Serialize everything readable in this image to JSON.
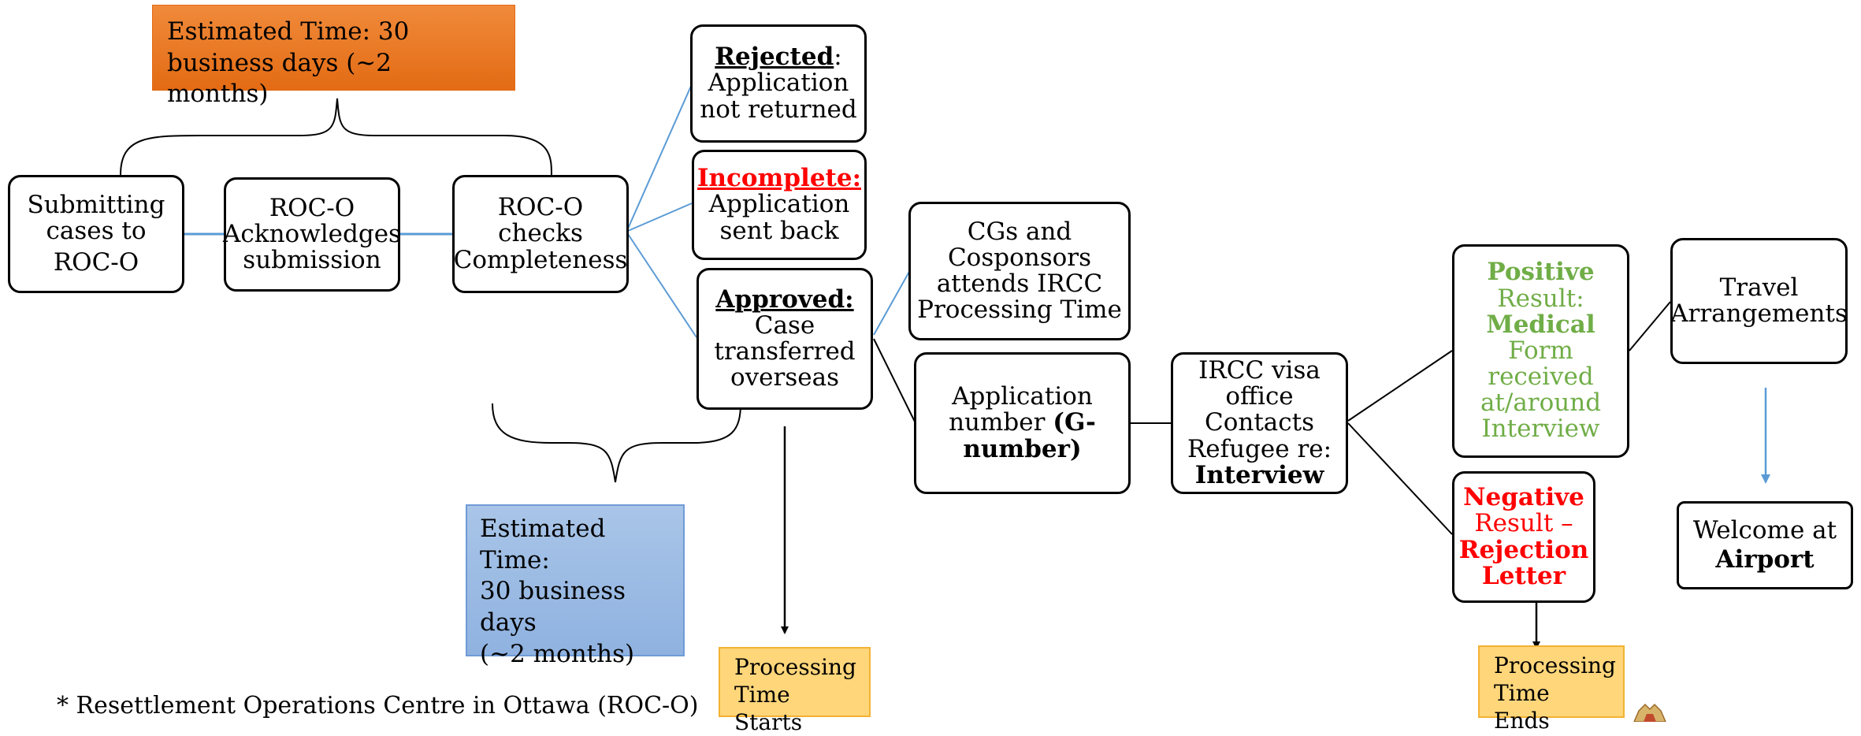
{
  "estimate_top": "Estimated Time: 30 business days (~2 months)",
  "estimate_bottom": {
    "line1": "Estimated Time:",
    "line2": "30 business days",
    "line3": "(~2 months)"
  },
  "steps": {
    "submit": [
      "Submitting",
      "cases to",
      "ROC-O"
    ],
    "acknowledge": [
      "ROC-O",
      "Acknowledges",
      "submission"
    ],
    "completeness": [
      "ROC-O checks",
      "Completeness"
    ],
    "rejected": {
      "head": "Rejected",
      "tail": ":",
      "line1": "Application",
      "line2": "not returned"
    },
    "incomplete": {
      "head": "Incomplete:",
      "line1": "Application",
      "line2": "sent back"
    },
    "approved": {
      "head": "Approved:",
      "line1": "Case",
      "line2": "transferred",
      "line3": "overseas"
    },
    "cgs": [
      "CGs and",
      "Cosponsors",
      "attends IRCC",
      "Processing Time"
    ],
    "gnumber": {
      "line1": "Application",
      "line2a": "number ",
      "line2b": "(G-",
      "line3": "number)"
    },
    "interview": {
      "line1": "IRCC visa",
      "line2": "office Contacts",
      "line3": "Refugee re:",
      "line4": "Interview"
    },
    "positive": {
      "w1": "Positive",
      "w2": "Result:",
      "w3": "Medical",
      "w4": "Form received",
      "w5": "at/around",
      "w6": "Interview"
    },
    "negative": {
      "w1": "Negative",
      "w2": "Result –",
      "w3": "Rejection",
      "w4": "Letter"
    },
    "travel": [
      "Travel",
      "Arrangements"
    ],
    "welcome": {
      "line1": "Welcome at",
      "line2": "Airport"
    }
  },
  "processing_starts": [
    "Processing",
    "Time Starts"
  ],
  "processing_ends": [
    "Processing",
    "Time Ends"
  ],
  "footnote": "* Resettlement Operations Centre in Ottawa (ROC-O)",
  "colors": {
    "connector_blue": "#5b9bd5",
    "positive_green": "#70ad47",
    "negative_red": "#ff0000",
    "orange": "#ee7d2c",
    "blue_note": "#9dbde6",
    "yellow_note": "#ffd67a"
  }
}
